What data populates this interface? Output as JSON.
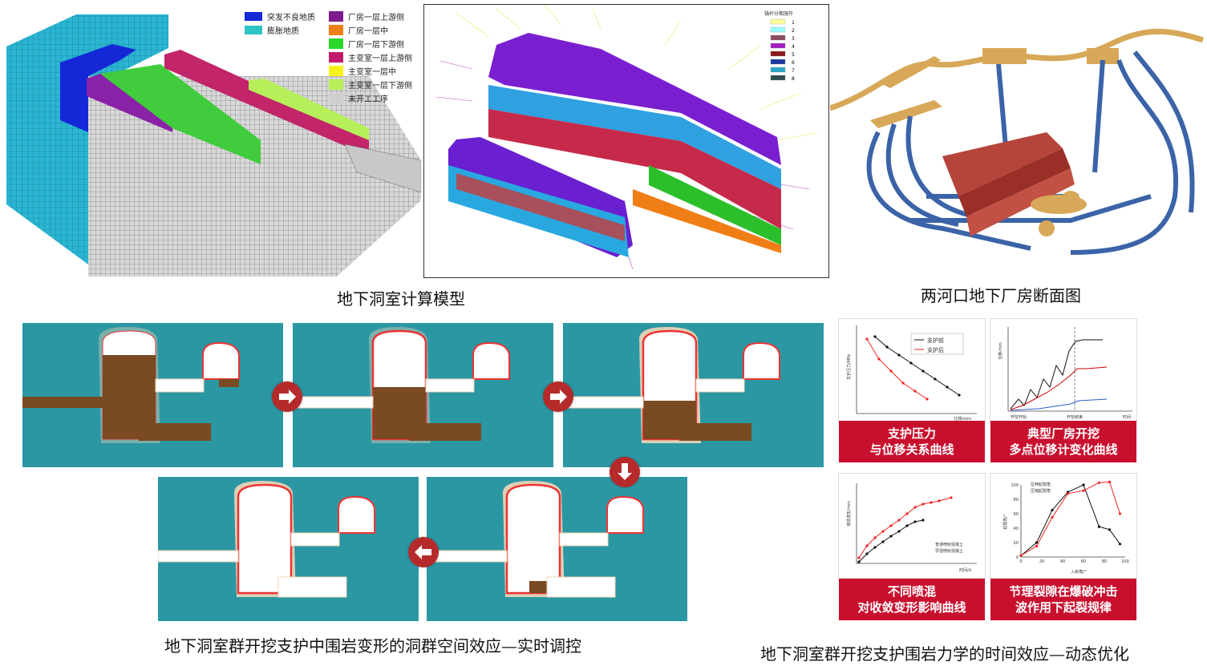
{
  "model_legend": [
    {
      "label": "突发不良地质",
      "color": "#1428d8"
    },
    {
      "label": "膨胀地质",
      "color": "#2ec4c4"
    },
    {
      "label": "厂房一层上游侧",
      "color": "#7c1a8e"
    },
    {
      "label": "厂房一层中",
      "color": "#f07e16"
    },
    {
      "label": "厂房一层下游侧",
      "color": "#2bd62b"
    },
    {
      "label": "主变室一层上游侧",
      "color": "#c21a6a"
    },
    {
      "label": "主变室一层中",
      "color": "#f7f21a"
    },
    {
      "label": "主变室一层下游侧",
      "color": "#b7ef5a"
    },
    {
      "label": "未开工工序",
      "color": "#cfcfcf"
    }
  ],
  "bolt_legend": {
    "title": "锚杆分期施作",
    "items": [
      {
        "label": "1",
        "color": "#ffff99"
      },
      {
        "label": "2",
        "color": "#99ffff"
      },
      {
        "label": "3",
        "color": "#8b4a63"
      },
      {
        "label": "4",
        "color": "#a01fc0"
      },
      {
        "label": "5",
        "color": "#8b1a1a"
      },
      {
        "label": "6",
        "color": "#1a3aa0"
      },
      {
        "label": "7",
        "color": "#2aa7c7"
      },
      {
        "label": "8",
        "color": "#2f4f4f"
      }
    ]
  },
  "captions": {
    "model": "地下洞室计算模型",
    "section": "两河口地下厂房断面图",
    "space_effect": "地下洞室群开挖支护中围岩变形的洞群空间效应—实时调控",
    "time_effect": "地下洞室群开挖支护围岩力学的时间效应—动态优化"
  },
  "charts": [
    {
      "title_line1": "支护压力",
      "title_line2": "与位移关系曲线",
      "xlabel": "位移/mm",
      "ylabel": "支护压力/MPa",
      "legend": [
        "支护前",
        "支护后"
      ]
    },
    {
      "title_line1": "典型厂房开挖",
      "title_line2": "多点位移计变化曲线",
      "xlabel_left": "开挖开始",
      "xlabel_mid": "开挖结束",
      "xlabel_right": "时间",
      "ylabel": "位移/mm"
    },
    {
      "title_line1": "不同喷混",
      "title_line2": "对收敛变形影响曲线",
      "xlabel": "时间/d",
      "ylabel": "收敛变形/mm",
      "legend": [
        "普通喷射混凝土",
        "早强喷射混凝土"
      ]
    },
    {
      "title_line1": "节理裂隙在爆破冲击",
      "title_line2": "波作用下起裂规律",
      "xlabel": "入射角/°",
      "ylabel": "起裂角/°",
      "legend": [
        "拉伸起裂角",
        "压缩起裂角"
      ],
      "x_ticks": [
        "0",
        "20",
        "40",
        "60",
        "80",
        "100"
      ],
      "y_ticks": [
        "0",
        "20",
        "40",
        "60",
        "80",
        "100"
      ]
    }
  ]
}
